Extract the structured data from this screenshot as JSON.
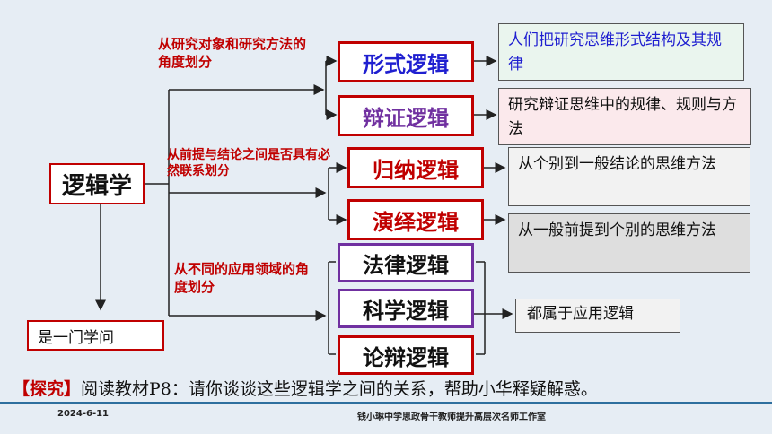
{
  "colors": {
    "background": "#e6edf4",
    "red": "#c00000",
    "purple": "#7030a0",
    "blue": "#1f1fd0",
    "desc_green_bg": "#eaf5ee",
    "desc_pink_bg": "#fbe9ec",
    "desc_gray_bg": "#f2f2f2",
    "footer_bar": "#2e6f9e"
  },
  "root": {
    "label": "逻辑学",
    "sub": "是一门学问"
  },
  "groups": [
    {
      "criterion": "从研究对象和研究方法的角度划分"
    },
    {
      "criterion": "从前提与结论之间是否具有必然联系划分"
    },
    {
      "criterion": "从不同的应用领域的角度划分"
    }
  ],
  "types": [
    {
      "label": "形式逻辑",
      "desc": "人们把研究思维形式结构及其规律"
    },
    {
      "label": "辩证逻辑",
      "desc": "研究辩证思维中的规律、规则与方法"
    },
    {
      "label": "归纳逻辑",
      "desc": "从个别到一般结论的思维方法"
    },
    {
      "label": "演绎逻辑",
      "desc": "从一般前提到个别的思维方法"
    },
    {
      "label": "法律逻辑"
    },
    {
      "label": "科学逻辑",
      "desc": "都属于应用逻辑"
    },
    {
      "label": "论辩逻辑"
    }
  ],
  "task": {
    "tag": "【探究】",
    "text": "阅读教材P8：请你谈谈这些逻辑学之间的关系，帮助小华释疑解惑。"
  },
  "footer": {
    "date": "2024-6-11",
    "org": "钱小琳中学思政骨干教师提升高层次名师工作室"
  }
}
